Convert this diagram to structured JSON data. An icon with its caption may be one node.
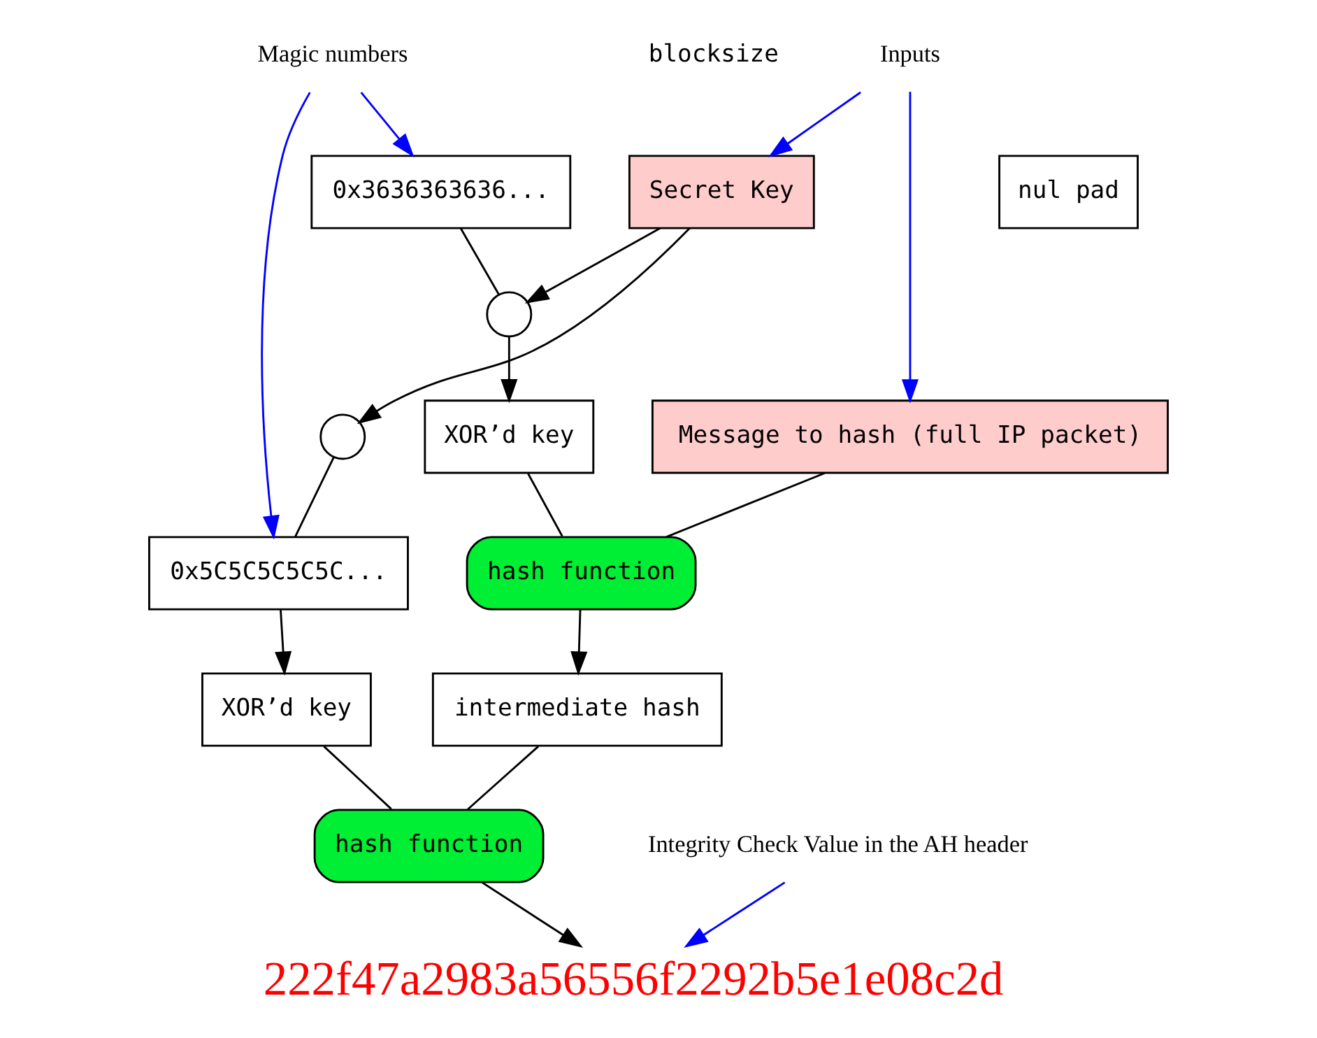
{
  "diagram": {
    "nodes": [
      {
        "text": [
          "Secret Key"
        ]
      },
      {
        "text": [
          "nul pad"
        ]
      },
      {
        "text": [
          "0x3636363636..."
        ]
      },
      {
        "text": [],
        "shape": "circle"
      },
      {
        "text": [
          "XOR’d key"
        ]
      },
      {
        "text": [
          "Message to hash (full IP packet)"
        ]
      },
      {
        "text": [
          "hash function"
        ]
      },
      {
        "text": [],
        "shape": "circle"
      },
      {
        "text": [
          "0x5C5C5C5C5C..."
        ]
      },
      {
        "text": [
          "XOR’d key"
        ]
      },
      {
        "text": [
          "intermediate hash"
        ]
      },
      {
        "text": [
          "hash function"
        ]
      },
      {
        "text": [
          "222f47a2983a56556f2292b5e1e08c2d"
        ]
      },
      {
        "text": [
          "Inputs"
        ]
      },
      {
        "text": [
          "Magic numbers"
        ]
      },
      {
        "text": [
          "Integrity Check Value in the AH header"
        ]
      }
    ],
    "edges": [
      {
        "from": 0,
        "to": 3,
        "arrow": "to"
      },
      {
        "from": 2,
        "to": 3,
        "arrow": "none"
      },
      {
        "from": 3,
        "to": 4,
        "arrow": "to"
      },
      {
        "from": 0,
        "to": 7,
        "arrow": "to"
      },
      {
        "from": 7,
        "to": 8,
        "arrow": "none"
      },
      {
        "from": 4,
        "to": 6,
        "arrow": "none"
      },
      {
        "from": 5,
        "to": 6,
        "arrow": "none"
      },
      {
        "from": 8,
        "to": 9,
        "arrow": "to"
      },
      {
        "from": 6,
        "to": 10,
        "arrow": "to"
      },
      {
        "from": 9,
        "to": 11,
        "arrow": "none"
      },
      {
        "from": 10,
        "to": 11,
        "arrow": "none"
      },
      {
        "from": 11,
        "to": 12,
        "arrow": "to"
      },
      {
        "from": 13,
        "to": 0,
        "arrow": "to",
        "color": "#0000ff"
      },
      {
        "from": 13,
        "to": 5,
        "arrow": "to",
        "color": "#0000ff"
      },
      {
        "from": 14,
        "to": 2,
        "arrow": "to",
        "color": "#0000ff"
      },
      {
        "from": 14,
        "to": 8,
        "arrow": "to",
        "color": "#0000ff"
      },
      {
        "from": 15,
        "to": 12,
        "arrow": "to",
        "color": "#0000ff"
      }
    ],
    "labels": [
      "blocksize"
    ]
  }
}
